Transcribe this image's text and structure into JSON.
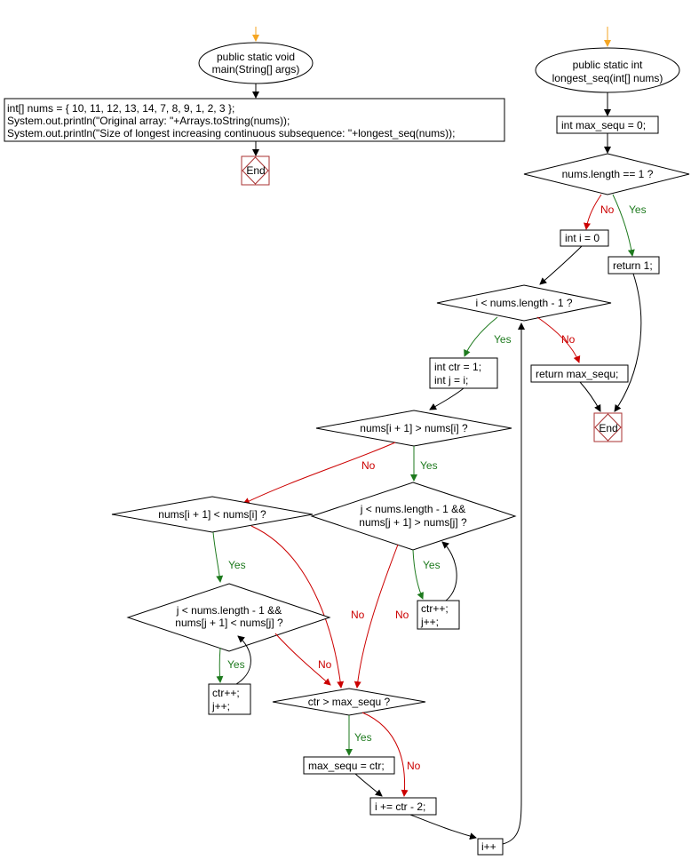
{
  "main": {
    "signature": [
      "public static void",
      "main(String[] args)"
    ],
    "body": [
      "int[] nums = { 10, 11, 12, 13, 14, 7, 8, 9, 1, 2, 3 };",
      "System.out.println(\"Original array: \"+Arrays.toString(nums));",
      "System.out.println(\"Size of longest increasing continuous subsequence: \"+longest_seq(nums));"
    ],
    "end_label": "End"
  },
  "longest_seq": {
    "signature": [
      "public static int",
      "longest_seq(int[] nums)"
    ],
    "init_max": "int max_sequ = 0;",
    "cond_length": "nums.length == 1 ?",
    "return_one": "return 1;",
    "init_i": "int i = 0",
    "cond_loop": "i < nums.length - 1 ?",
    "return_max": "return max_sequ;",
    "end_label": "End",
    "init_ctr_j": [
      "int ctr = 1;",
      "int j = i;"
    ],
    "cond_greater": "nums[i + 1] > nums[i] ?",
    "cond_less": "nums[i + 1] < nums[i] ?",
    "cond_inc_while": [
      "j < nums.length - 1 &&",
      "nums[j + 1] > nums[j] ?"
    ],
    "inc_body": [
      "ctr++;",
      "j++;"
    ],
    "cond_dec_while": [
      "j < nums.length - 1 &&",
      "nums[j + 1] < nums[j] ?"
    ],
    "dec_body": [
      "ctr++;",
      "j++;"
    ],
    "cond_ctr": "ctr > max_sequ ?",
    "assign_max": "max_sequ = ctr;",
    "advance_i": "i += ctr - 2;",
    "incr_i": "i++"
  },
  "labels": {
    "yes": "Yes",
    "no": "No"
  },
  "colors": {
    "yes": "#1e7a1e",
    "no": "#cc0000",
    "start_arrow": "#f5a623",
    "end_border": "#a83232"
  }
}
